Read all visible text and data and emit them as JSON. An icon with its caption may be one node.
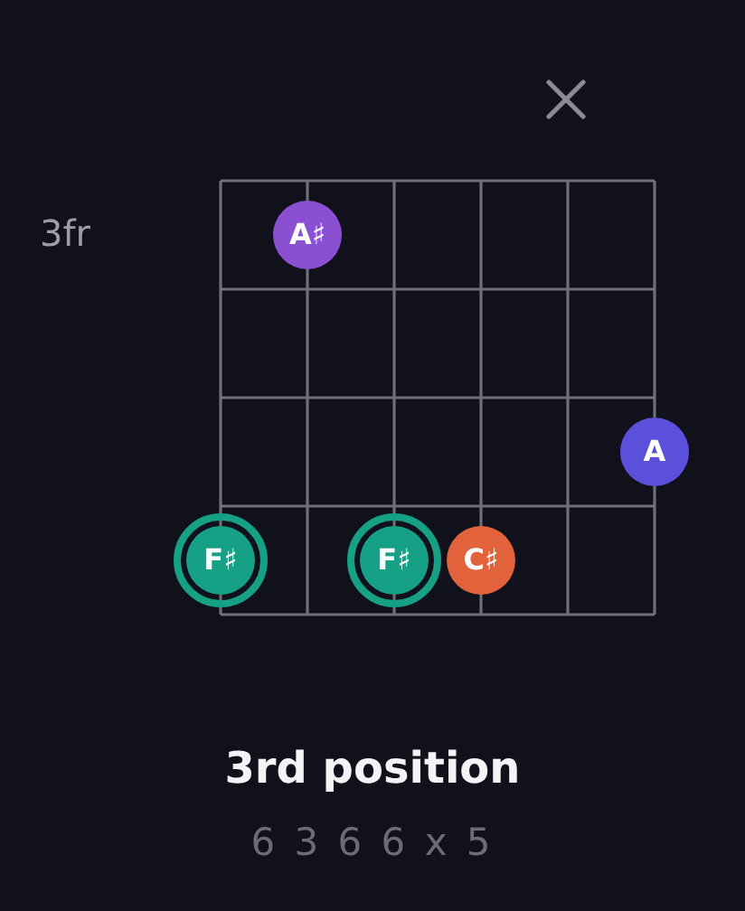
{
  "diagram": {
    "caption": "3rd position",
    "nodes": [
      {
        "text": [
          "A♯"
        ]
      },
      {
        "text": [
          "A"
        ]
      },
      {
        "text": [
          "F♯"
        ]
      },
      {
        "text": [
          "F♯"
        ]
      },
      {
        "text": [
          "C♯"
        ]
      }
    ],
    "labels": [
      "3fr",
      "6 3 6 6 x 5"
    ]
  }
}
